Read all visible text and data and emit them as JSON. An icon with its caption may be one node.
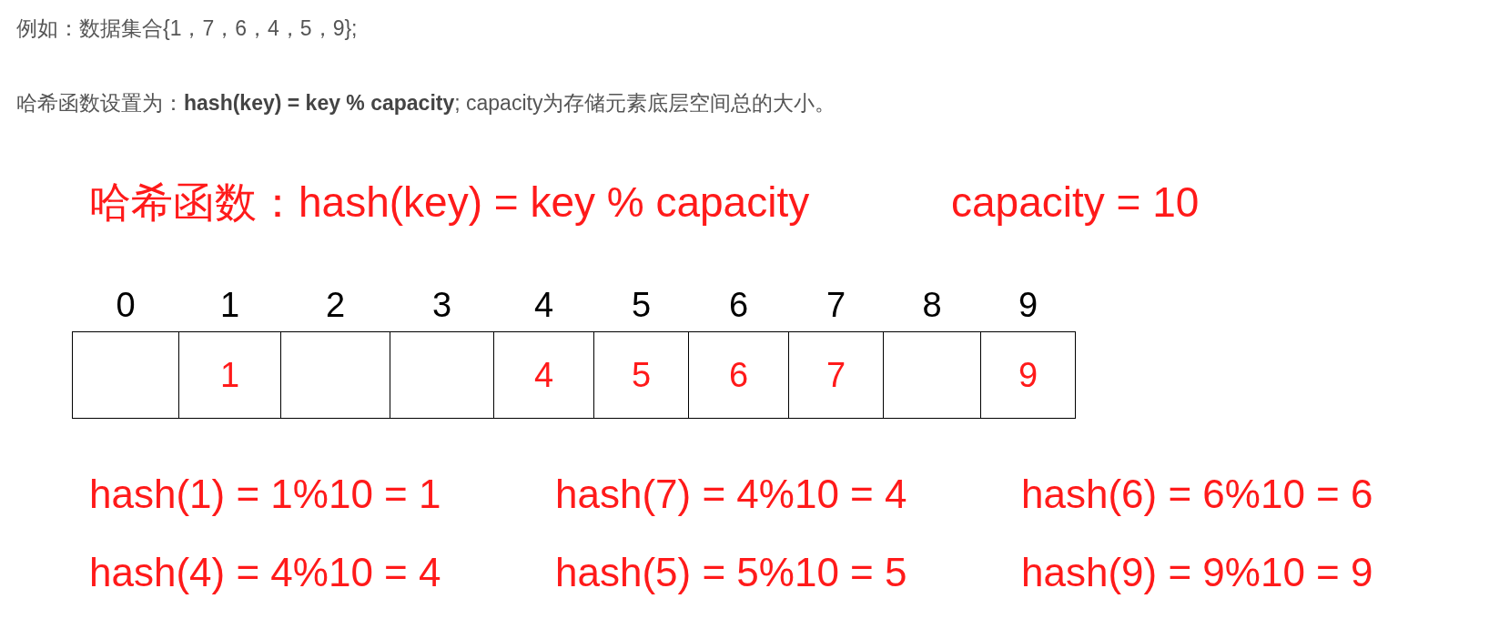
{
  "diagram": {
    "nodes": [
      {
        "text": [],
        "shape": "box",
        "beside": [
          "0"
        ]
      },
      {
        "text": [
          "1"
        ],
        "beside": [
          "1"
        ]
      },
      {
        "text": [],
        "shape": "box",
        "beside": [
          "2"
        ]
      },
      {
        "text": [],
        "shape": "box",
        "beside": [
          "3"
        ]
      },
      {
        "text": [
          "4"
        ],
        "beside": [
          "4"
        ]
      },
      {
        "text": [
          "5"
        ],
        "beside": [
          "5"
        ]
      },
      {
        "text": [
          "6"
        ],
        "beside": [
          "6"
        ]
      },
      {
        "text": [
          "7"
        ],
        "beside": [
          "7"
        ]
      },
      {
        "text": [],
        "shape": "box",
        "beside": [
          "8"
        ]
      },
      {
        "text": [
          "9"
        ],
        "beside": [
          "9"
        ]
      }
    ],
    "labels": [
      "例如：数据集合{1，7，6，4，5，9};",
      "哈希函数设置为：**hash(key) = key % capacity**; capacity为存储元素底层空间总的大小。",
      "哈希函数：hash(key) = key % capacity",
      "capacity = 10",
      "hash(1) = 1%10 = 1",
      "hash(7) = 4%10 = 4",
      "hash(6) = 6%10 = 6",
      "hash(4) = 4%10 = 4",
      "hash(5) = 5%10 = 5",
      "hash(9) = 9%10 = 9"
    ]
  }
}
